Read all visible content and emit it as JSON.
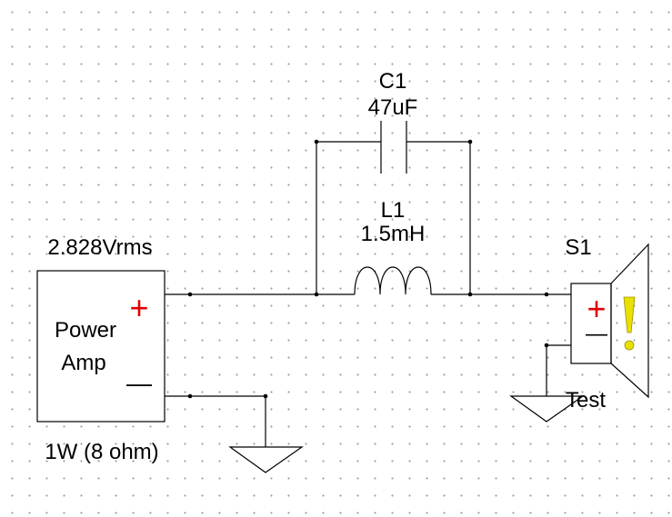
{
  "schematic": {
    "capacitor": {
      "ref": "C1",
      "value": "47uF"
    },
    "inductor": {
      "ref": "L1",
      "value": "1.5mH"
    },
    "source": {
      "voltage": "2.828Vrms",
      "name_line1": "Power",
      "name_line2": "Amp",
      "rating": "1W (8 ohm)",
      "plus": "+",
      "minus": "—"
    },
    "speaker": {
      "ref": "S1",
      "label": "Test",
      "plus": "+",
      "minus": "—",
      "indicator": "!"
    }
  },
  "colors": {
    "wire": "#000000",
    "polarity": "#e00000",
    "indicator": "#e8e000"
  }
}
